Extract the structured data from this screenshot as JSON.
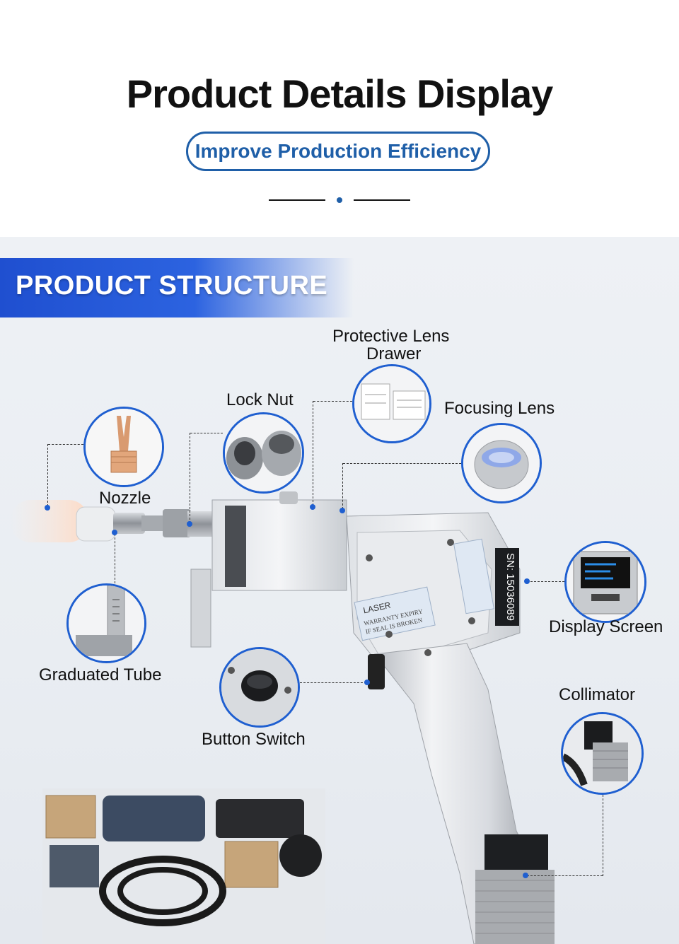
{
  "header": {
    "title": "Product Details Display",
    "subtitle": "Improve Production Efficiency"
  },
  "section": {
    "banner": "PRODUCT STRUCTURE"
  },
  "labels": {
    "protective_lens_line1": "Protective Lens",
    "protective_lens_line2": "Drawer",
    "lock_nut": "Lock Nut",
    "focusing_lens": "Focusing Lens",
    "nozzle": "Nozzle",
    "display_screen": "Display Screen",
    "graduated_tube": "Graduated Tube",
    "button_switch": "Button Switch",
    "collimator": "Collimator"
  },
  "product": {
    "serial": "SN: 15036089",
    "brand": "LASER",
    "seal_line1": "WARRANTY EXPIRY",
    "seal_line2": "IF SEAL IS BROKEN"
  },
  "colors": {
    "accent": "#1f5fa8",
    "banner": "#2c63e0",
    "callout_border": "#1f5fd0"
  }
}
